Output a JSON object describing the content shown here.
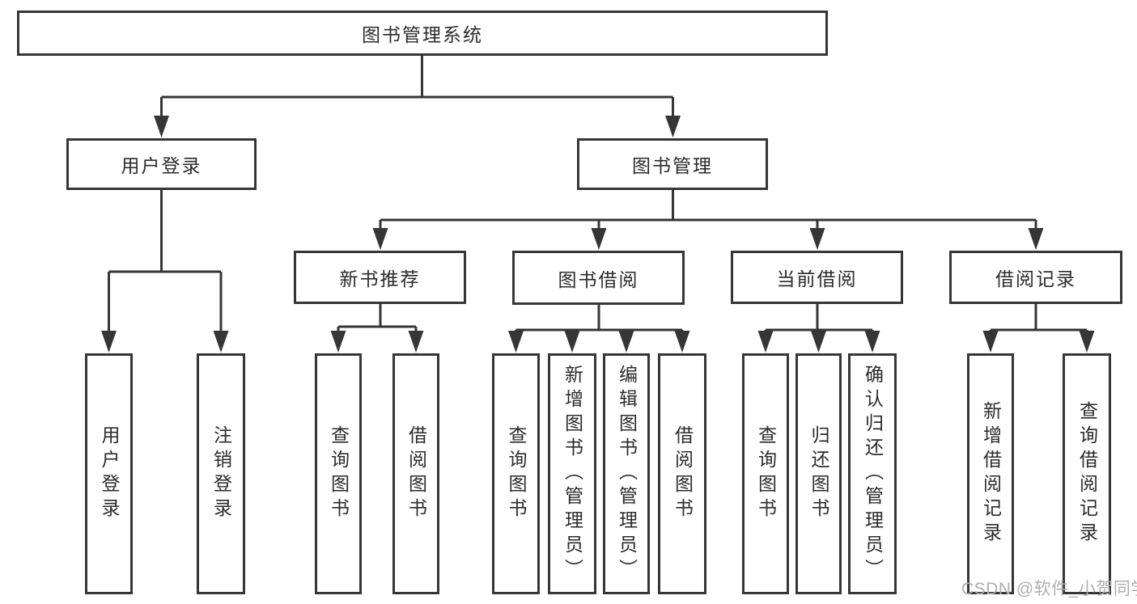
{
  "diagram": {
    "root": {
      "label": "图书管理系统"
    },
    "branches": [
      {
        "label": "用户登录"
      },
      {
        "label": "图书管理"
      }
    ],
    "modules": [
      {
        "label": "新书推荐",
        "parent": "图书管理"
      },
      {
        "label": "图书借阅",
        "parent": "图书管理"
      },
      {
        "label": "当前借阅",
        "parent": "图书管理"
      },
      {
        "label": "借阅记录",
        "parent": "图书管理"
      }
    ],
    "leaves": [
      {
        "label": "用户登录",
        "parent": "用户登录"
      },
      {
        "label": "注销登录",
        "parent": "用户登录"
      },
      {
        "label": "查询图书",
        "parent": "新书推荐"
      },
      {
        "label": "借阅图书",
        "parent": "新书推荐"
      },
      {
        "label": "查询图书",
        "parent": "图书借阅"
      },
      {
        "label": "新增图书（管理员）",
        "parent": "图书借阅"
      },
      {
        "label": "编辑图书（管理员）",
        "parent": "图书借阅"
      },
      {
        "label": "借阅图书",
        "parent": "图书借阅"
      },
      {
        "label": "查询图书",
        "parent": "当前借阅"
      },
      {
        "label": "归还图书",
        "parent": "当前借阅"
      },
      {
        "label": "确认归还（管理员）",
        "parent": "当前借阅"
      },
      {
        "label": "新增借阅记录",
        "parent": "借阅记录"
      },
      {
        "label": "查询借阅记录",
        "parent": "借阅记录"
      }
    ]
  },
  "watermark": {
    "text": "CSDN @软件_小贺同学"
  },
  "colors": {
    "line": "#363636",
    "text": "#2b2b2b",
    "box_background": "#ffffff",
    "watermark": "#aeaeae",
    "page_background": "#ffffff"
  }
}
